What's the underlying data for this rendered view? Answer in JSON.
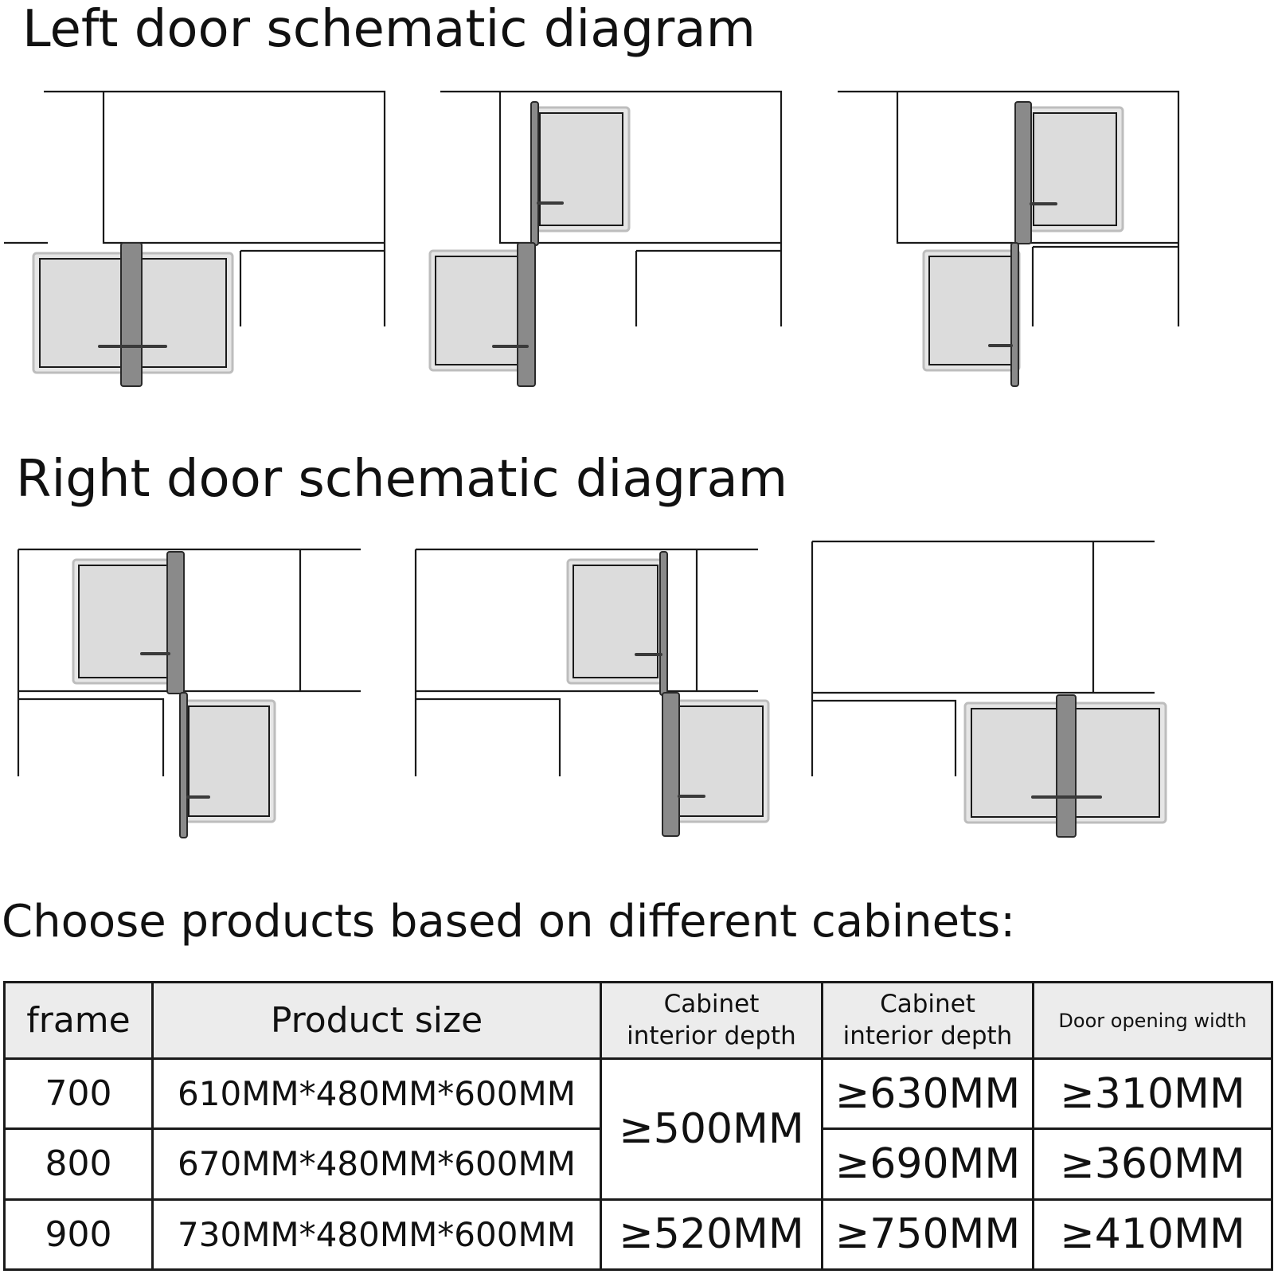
{
  "headings": {
    "left": "Left door schematic diagram",
    "right": "Right door schematic diagram",
    "choose": "Choose products based on different cabinets:"
  },
  "table": {
    "headers": {
      "frame": "frame",
      "product_size": "Product size",
      "depth1_line1": "Cabinet",
      "depth1_line2": "interior depth",
      "depth2_line1": "Cabinet",
      "depth2_line2": "interior depth",
      "door_width": "Door opening width"
    },
    "rows": [
      {
        "frame": "700",
        "size": "610MM*480MM*600MM",
        "depth1": "≥500MM",
        "depth2": "≥630MM",
        "width": "≥310MM"
      },
      {
        "frame": "800",
        "size": "670MM*480MM*600MM",
        "depth2": "≥690MM",
        "width": "≥360MM"
      },
      {
        "frame": "900",
        "size": "730MM*480MM*600MM",
        "depth1": "≥520MM",
        "depth2": "≥750MM",
        "width": "≥410MM"
      }
    ]
  },
  "colors": {
    "line": "#1a1a1a",
    "door_fill": "#dcdcdc",
    "door_border": "#bdbdbd",
    "bar": "#8a8a8a",
    "header_bg": "#ececec"
  }
}
